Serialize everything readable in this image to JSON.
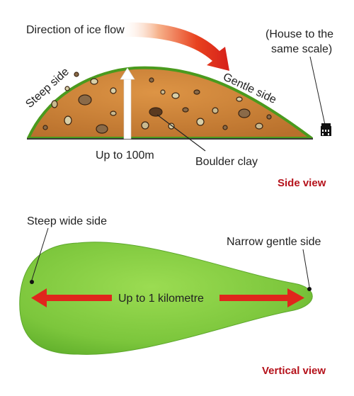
{
  "side_view": {
    "ice_flow_label": "Direction of ice flow",
    "house_note_line1": "(House to the",
    "house_note_line2": "same scale)",
    "steep_label": "Steep side",
    "gentle_label": "Gentle side",
    "height_label": "Up to 100m",
    "material_label": "Boulder clay",
    "view_title": "Side view"
  },
  "vertical_view": {
    "steep_label": "Steep wide side",
    "narrow_label": "Narrow gentle side",
    "length_label": "Up to 1 kilometre",
    "view_title": "Vertical view"
  },
  "colors": {
    "accent_red": "#b5121b",
    "mound_fill": "#c8813a",
    "mound_outline": "#4a9a1e",
    "drumlin_green": "#78c43a",
    "arrow_red": "#e0261c"
  }
}
